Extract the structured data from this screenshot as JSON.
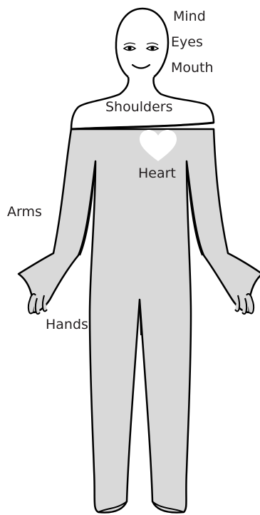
{
  "labels": {
    "mind": "Mind",
    "eyes": "Eyes",
    "mouth": "Mouth",
    "shoulders": "Shoulders",
    "heart": "Heart",
    "arms": "Arms",
    "hands": "Hands"
  },
  "colors": {
    "outline": "#000000",
    "body_fill": "#d9d9d9",
    "background": "#ffffff",
    "heart": "#ffffff",
    "text": "#231f20"
  }
}
